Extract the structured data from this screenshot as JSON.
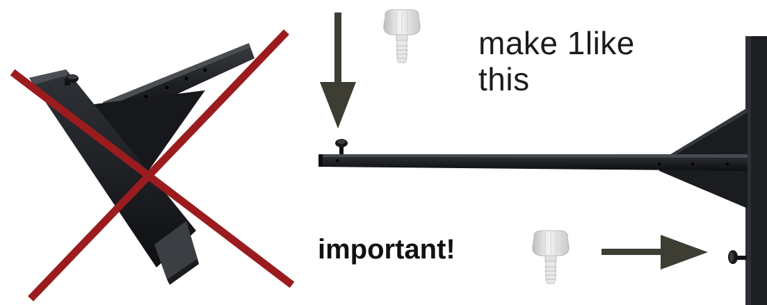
{
  "captions": {
    "make_line1": "make 1like",
    "make_line2": "this",
    "important": "important!"
  },
  "illustration": {
    "wrong_assembly": "crossed-out-wrong-leg",
    "correct_assembly": "straight-leg-with-knob",
    "parts": [
      "knob-screw-icon",
      "down-arrow-icon",
      "right-arrow-icon"
    ]
  },
  "colors": {
    "cross": "#9a1c1f",
    "metal": "#202225",
    "arrow": "#3d3d33",
    "knob": "#e7e7e7",
    "text": "#1b1b1b"
  }
}
